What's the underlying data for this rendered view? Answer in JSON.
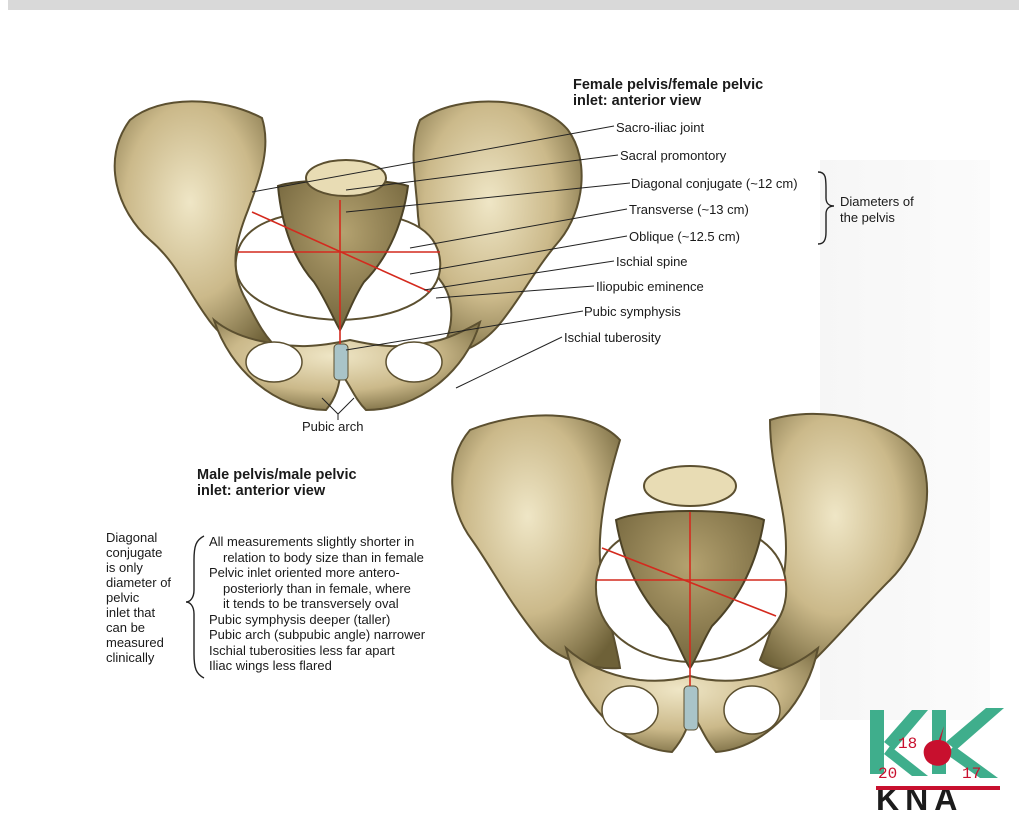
{
  "female": {
    "title_line1": "Female pelvis/female pelvic",
    "title_line2": "inlet: anterior view",
    "labels": {
      "sacroiliac": "Sacro-iliac joint",
      "promontory": "Sacral promontory",
      "diagonal": "Diagonal conjugate (~12 cm)",
      "transverse": "Transverse (~13 cm)",
      "oblique": "Oblique (~12.5 cm)",
      "ischial_spine": "Ischial spine",
      "iliopubic": "Iliopubic eminence",
      "symphysis": "Pubic symphysis",
      "tuberosity": "Ischial tuberosity",
      "pubic_arch": "Pubic arch"
    },
    "diameters_line1": "Diameters of",
    "diameters_line2": "the pelvis"
  },
  "male": {
    "title_line1": "Male pelvis/male pelvic",
    "title_line2": "inlet: anterior view",
    "side_note": [
      "Diagonal",
      "conjugate",
      "is only",
      "diameter of",
      "pelvic",
      "inlet that",
      "can be",
      "measured",
      "clinically"
    ],
    "points": [
      "All measurements slightly shorter in",
      "relation to body size than in female",
      "Pelvic inlet oriented more antero-",
      "posteriorly than in female, where",
      "it tends to be transversely oval",
      "Pubic symphysis deeper (taller)",
      "Pubic arch (subpubic angle) narrower",
      "Ischial tuberosities less far apart",
      "Iliac wings less flared"
    ]
  },
  "logo": {
    "top_left": "18",
    "bottom_left": "20",
    "bottom_right": "17",
    "word": "KNA"
  },
  "colors": {
    "bone": "#cbb98a",
    "bone_dark": "#8a7a4e",
    "measure_line": "#d42a1e",
    "logo_green": "#3fae8c",
    "logo_red": "#c8102e"
  }
}
